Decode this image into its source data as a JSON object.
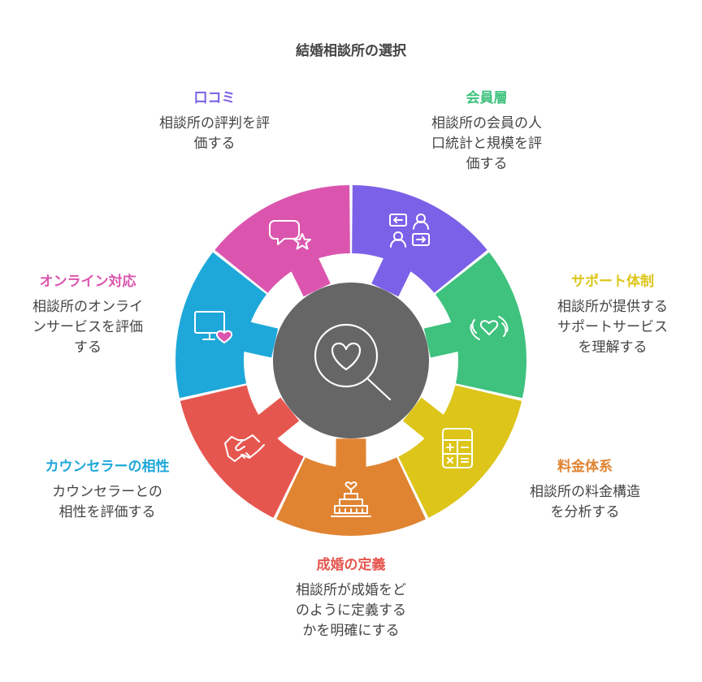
{
  "title": "結婚相談所の選択",
  "center": {
    "icon": "heart-magnifier-icon",
    "color": "#666666"
  },
  "segments": [
    {
      "key": "kuchikomi",
      "title": "口コミ",
      "desc": "相談所の評判を評\n価する",
      "color": "#7B61E8",
      "icon": "speech-bubble-star-icon"
    },
    {
      "key": "kaiinsou",
      "title": "会員層",
      "desc": "相談所の会員の人\n口統計と規模を評\n価する",
      "color": "#3EC27E",
      "icon": "people-exchange-icon"
    },
    {
      "key": "support",
      "title": "サポート体制",
      "desc": "相談所が提供する\nサポートサービス\nを理解する",
      "color": "#DDC51A",
      "icon": "hands-heart-icon"
    },
    {
      "key": "ryoukin",
      "title": "料金体系",
      "desc": "相談所の料金構造\nを分析する",
      "color": "#E08432",
      "icon": "calculator-icon"
    },
    {
      "key": "seikon",
      "title": "成婚の定義",
      "desc": "相談所が成婚をど\nのように定義する\nかを明確にする",
      "color": "#E5564F",
      "icon": "wedding-cake-icon"
    },
    {
      "key": "counselor",
      "title": "カウンセラーの相性",
      "desc": "カウンセラーとの\n相性を評価する",
      "color": "#1EA8D9",
      "icon": "handshake-icon"
    },
    {
      "key": "online",
      "title": "オンライン対応",
      "desc": "相談所のオンライ\nンサービスを評価\nする",
      "color": "#DB55AE",
      "icon": "monitor-heart-icon"
    }
  ]
}
